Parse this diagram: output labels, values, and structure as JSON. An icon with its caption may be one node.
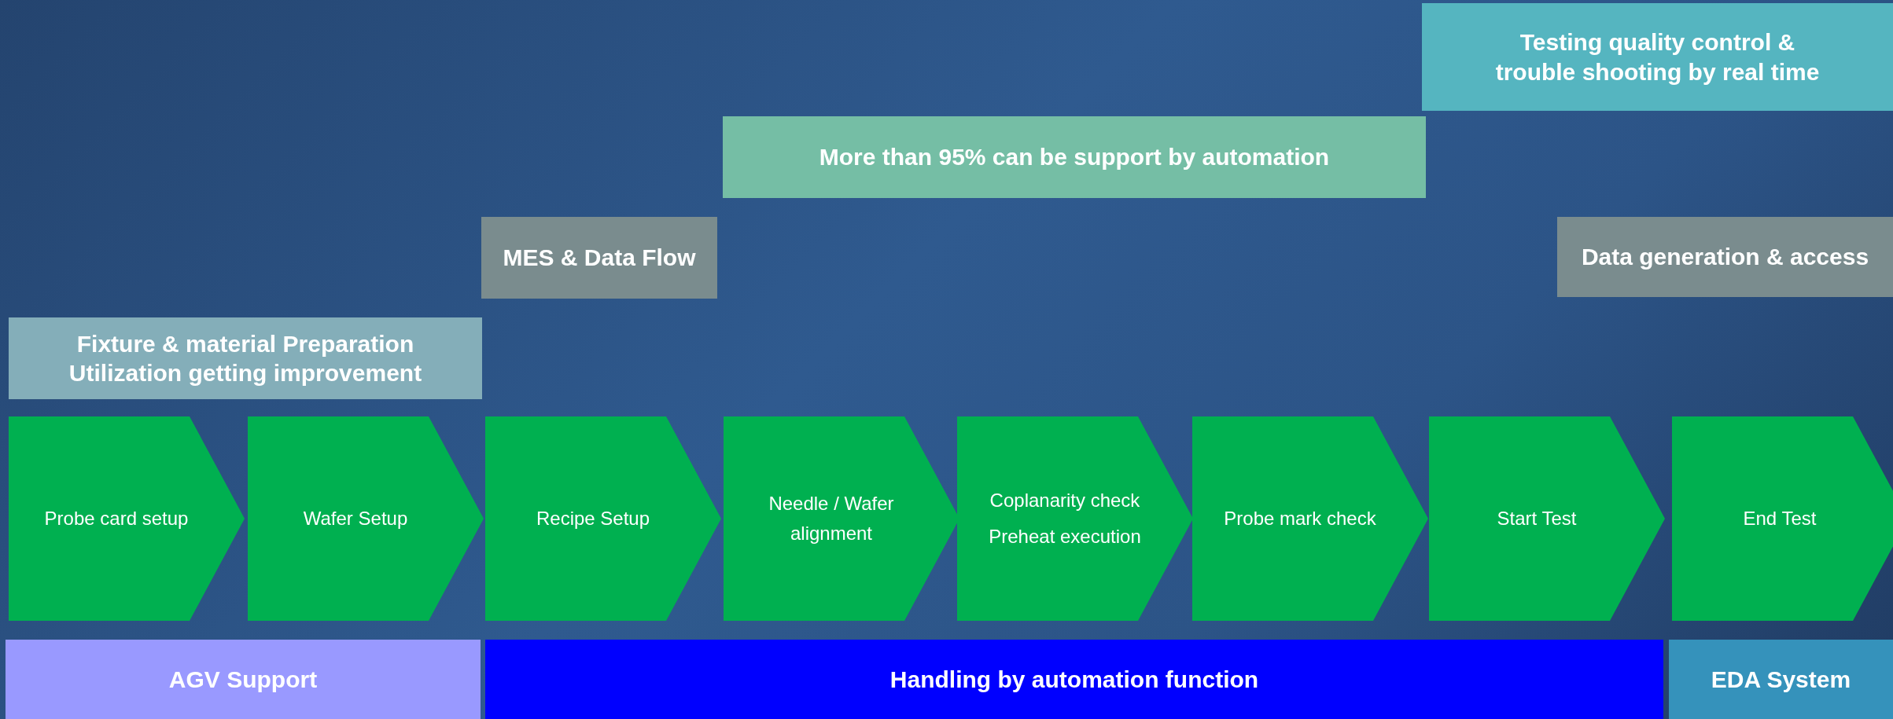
{
  "diagram": {
    "nodes": [
      {
        "text": [
          "Testing quality control & trouble shooting by real time"
        ]
      },
      {
        "text": [
          "More than 95% can be support by automation"
        ]
      },
      {
        "text": [
          "MES & Data Flow"
        ]
      },
      {
        "text": [
          "Data generation & access"
        ]
      },
      {
        "text": [
          "Fixture & material Preparation Utilization getting improvement"
        ]
      },
      {
        "text": [
          "Probe card setup"
        ]
      },
      {
        "text": [
          "Wafer Setup"
        ]
      },
      {
        "text": [
          "Recipe Setup"
        ]
      },
      {
        "text": [
          "Needle / Wafer alignment"
        ]
      },
      {
        "text": [
          "Coplanarity check",
          "Preheat execution"
        ]
      },
      {
        "text": [
          "Probe mark check"
        ]
      },
      {
        "text": [
          "Start Test"
        ]
      },
      {
        "text": [
          "End Test"
        ]
      },
      {
        "text": [
          "AGV Support"
        ]
      },
      {
        "text": [
          "Handling by automation function"
        ]
      },
      {
        "text": [
          "EDA System"
        ]
      }
    ]
  }
}
